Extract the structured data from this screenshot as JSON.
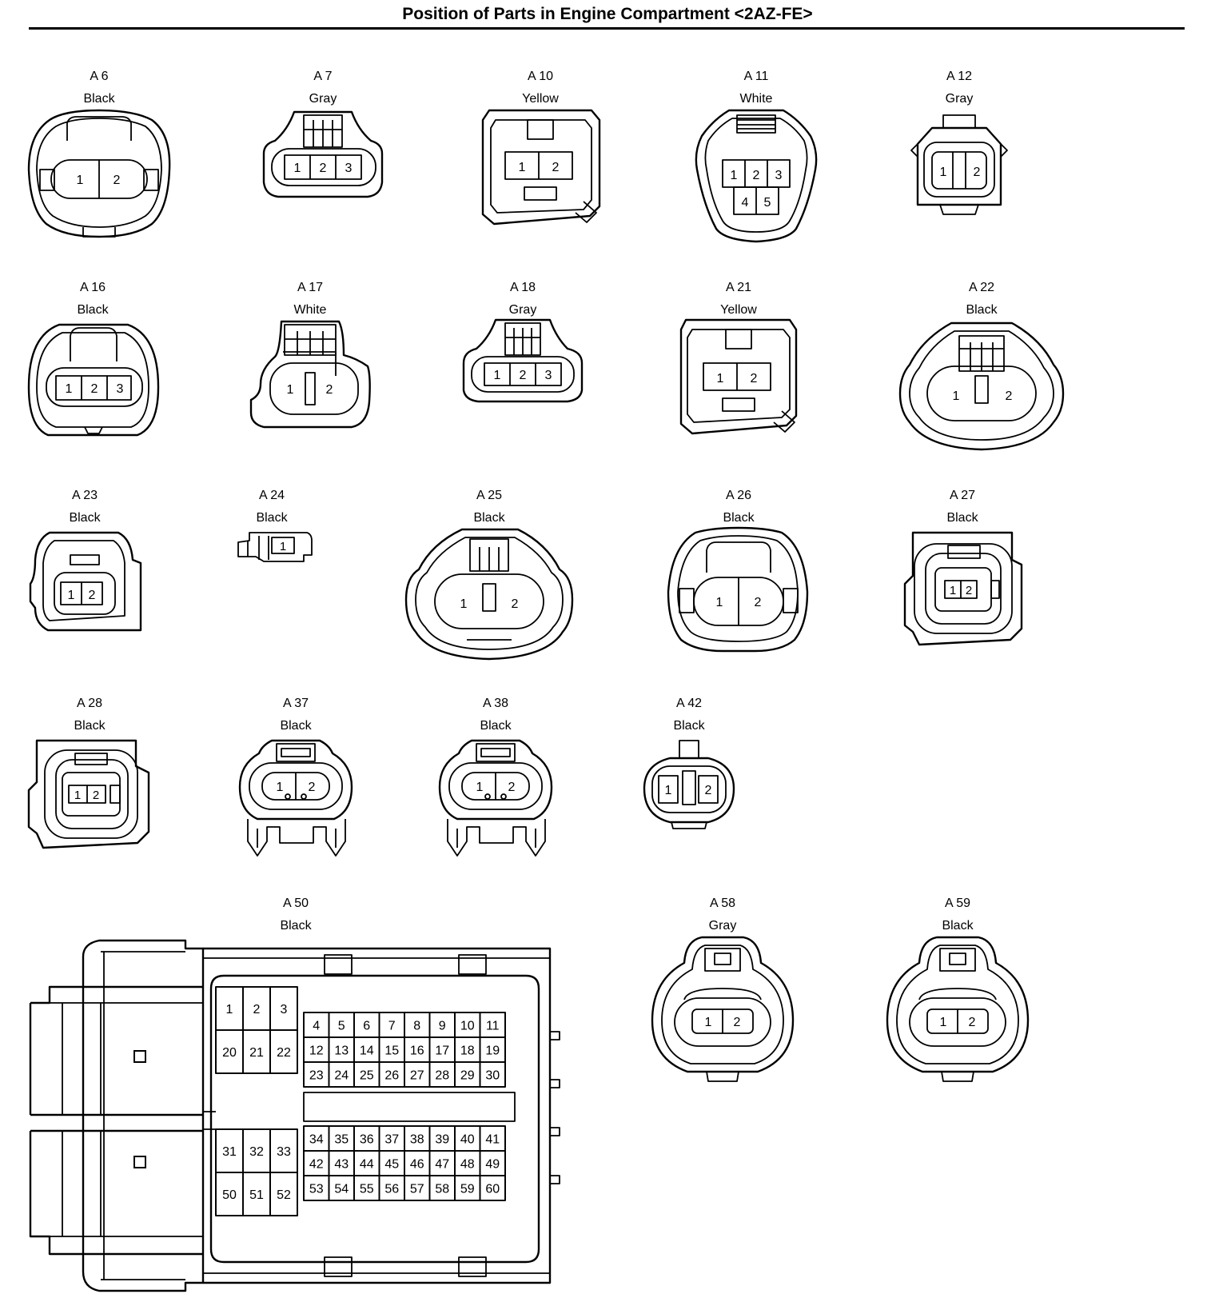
{
  "title": "Position of Parts in Engine Compartment <2AZ-FE>",
  "connectors": {
    "a6": {
      "id": "A 6",
      "color": "Black"
    },
    "a7": {
      "id": "A 7",
      "color": "Gray"
    },
    "a10": {
      "id": "A 10",
      "color": "Yellow"
    },
    "a11": {
      "id": "A 11",
      "color": "White"
    },
    "a12": {
      "id": "A 12",
      "color": "Gray"
    },
    "a16": {
      "id": "A 16",
      "color": "Black"
    },
    "a17": {
      "id": "A 17",
      "color": "White"
    },
    "a18": {
      "id": "A 18",
      "color": "Gray"
    },
    "a21": {
      "id": "A 21",
      "color": "Yellow"
    },
    "a22": {
      "id": "A 22",
      "color": "Black"
    },
    "a23": {
      "id": "A 23",
      "color": "Black"
    },
    "a24": {
      "id": "A 24",
      "color": "Black"
    },
    "a25": {
      "id": "A 25",
      "color": "Black"
    },
    "a26": {
      "id": "A 26",
      "color": "Black"
    },
    "a27": {
      "id": "A 27",
      "color": "Black"
    },
    "a28": {
      "id": "A 28",
      "color": "Black"
    },
    "a37": {
      "id": "A 37",
      "color": "Black"
    },
    "a38": {
      "id": "A 38",
      "color": "Black"
    },
    "a42": {
      "id": "A 42",
      "color": "Black"
    },
    "a50": {
      "id": "A 50",
      "color": "Black"
    },
    "a58": {
      "id": "A 58",
      "color": "Gray"
    },
    "a59": {
      "id": "A 59",
      "color": "Black"
    }
  },
  "pins": {
    "p1": "1",
    "p2": "2",
    "p3": "3",
    "p4": "4",
    "p5": "5"
  },
  "a50_pins": {
    "left_top": [
      [
        "1",
        "2",
        "3"
      ],
      [
        "20",
        "21",
        "22"
      ]
    ],
    "left_bottom": [
      [
        "31",
        "32",
        "33"
      ],
      [
        "50",
        "51",
        "52"
      ]
    ],
    "right_top": [
      [
        "4",
        "5",
        "6",
        "7",
        "8",
        "9",
        "10",
        "11"
      ],
      [
        "12",
        "13",
        "14",
        "15",
        "16",
        "17",
        "18",
        "19"
      ],
      [
        "23",
        "24",
        "25",
        "26",
        "27",
        "28",
        "29",
        "30"
      ]
    ],
    "right_bottom": [
      [
        "34",
        "35",
        "36",
        "37",
        "38",
        "39",
        "40",
        "41"
      ],
      [
        "42",
        "43",
        "44",
        "45",
        "46",
        "47",
        "48",
        "49"
      ],
      [
        "53",
        "54",
        "55",
        "56",
        "57",
        "58",
        "59",
        "60"
      ]
    ]
  }
}
